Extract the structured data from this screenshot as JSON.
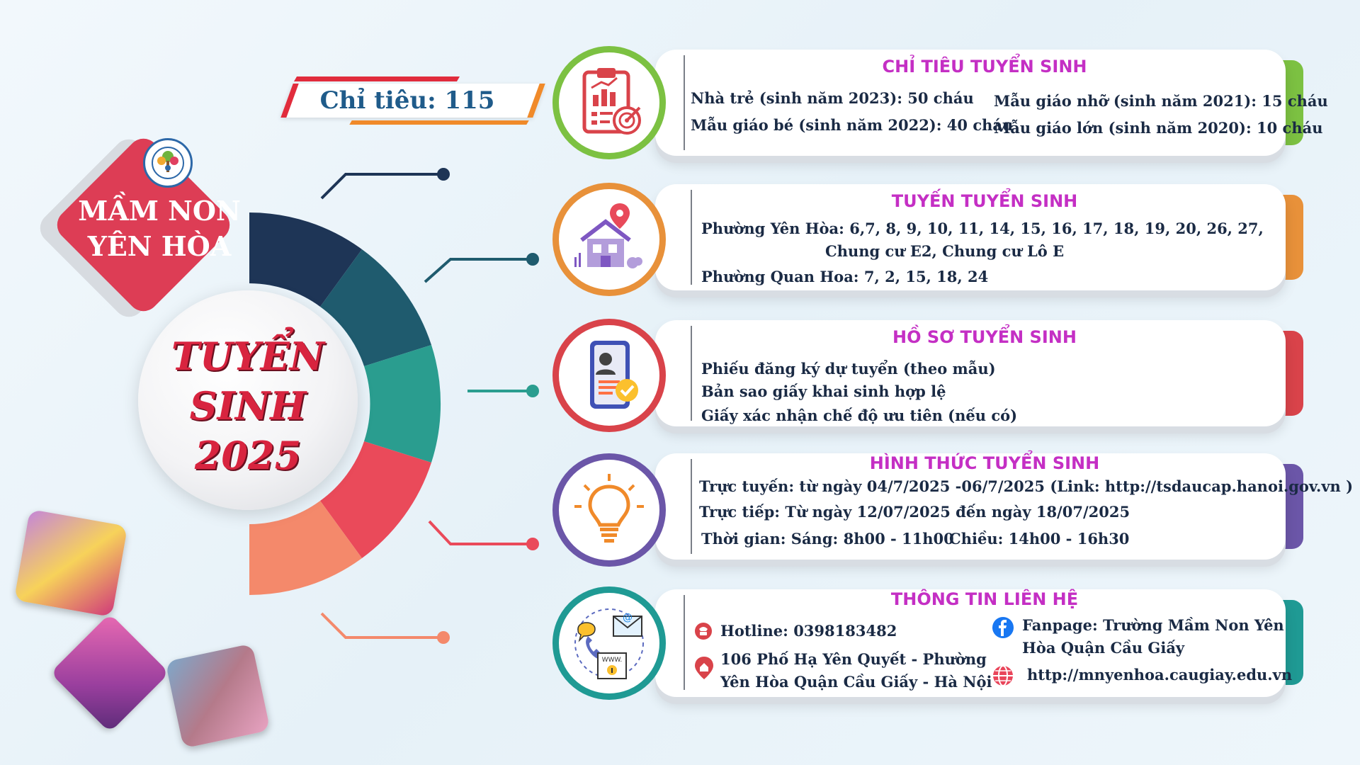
{
  "school": {
    "name_line1": "MẦM NON",
    "name_line2": "YÊN HÒA"
  },
  "main_title": {
    "line1": "TUYỂN",
    "line2": "SINH",
    "line3": "2025"
  },
  "quota": {
    "label": "Chỉ tiêu: 115"
  },
  "colors": {
    "green": "#7cc142",
    "orange": "#e8913a",
    "red": "#d9434a",
    "purple": "#6b56a8",
    "teal": "#1f9a94",
    "navy": "#1e3556",
    "title_magenta": "#c42fc4"
  },
  "sections": {
    "quota_detail": {
      "title": "CHỈ TIÊU TUYỂN SINH",
      "left": [
        "Nhà trẻ (sinh năm 2023): 50 cháu",
        "Mẫu giáo bé (sinh năm 2022): 40 cháu"
      ],
      "right": [
        "Mẫu giáo nhỡ (sinh năm 2021): 15 cháu",
        "Mẫu giáo lớn (sinh năm 2020): 10 cháu"
      ]
    },
    "area": {
      "title": "TUYẾN TUYỂN SINH",
      "line1": "Phường Yên Hòa: 6,7, 8, 9, 10, 11, 14, 15, 16, 17, 18, 19, 20, 26, 27,",
      "line2": "Chung cư E2, Chung cư Lô E",
      "line3": "Phường Quan Hoa: 7, 2, 15, 18, 24"
    },
    "documents": {
      "title": "HỒ SƠ TUYỂN SINH",
      "items": [
        "Phiếu đăng ký dự tuyển (theo mẫu)",
        "Bản sao giấy khai sinh  hợp lệ",
        "Giấy xác nhận chế độ ưu tiên (nếu  có)"
      ]
    },
    "method": {
      "title": "HÌNH THỨC TUYỂN SINH",
      "online": "Trực tuyến: từ ngày 04/7/2025 -06/7/2025 (Link: http://tsdaucap.hanoi.gov.vn )",
      "direct": "Trực tiếp: Từ ngày 12/07/2025 đến ngày 18/07/2025",
      "time_morning": "Thời gian:  Sáng: 8h00 - 11h00",
      "time_afternoon": "Chiều: 14h00 - 16h30"
    },
    "contact": {
      "title": "THÔNG TIN LIÊN HỆ",
      "hotline": "Hotline: 0398183482",
      "address1": "106 Phố Hạ Yên Quyết - Phường",
      "address2": "Yên Hòa Quận Cầu Giấy - Hà Nội",
      "fanpage1": "Fanpage:  Trường  Mầm  Non  Yên",
      "fanpage2": "Hòa Quận Cầu Giấy",
      "website": "http://mnyenhoa.caugiay.edu.vn"
    }
  }
}
